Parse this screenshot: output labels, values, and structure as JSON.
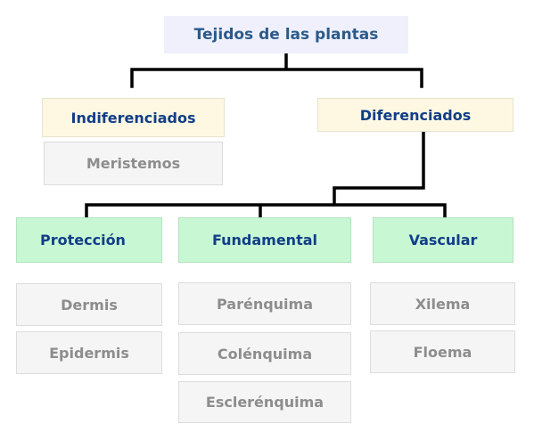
{
  "title": "Tejidos de las plantas",
  "branches": {
    "undifferentiated": {
      "label": "Indiferenciados",
      "children": [
        "Meristemos"
      ]
    },
    "differentiated": {
      "label": "Diferenciados",
      "groups": {
        "protection": {
          "label": "Protección",
          "children": [
            "Dermis",
            "Epidermis"
          ]
        },
        "fundamental": {
          "label": "Fundamental",
          "children": [
            "Parénquima",
            "Colénquima",
            "Esclerénquima"
          ]
        },
        "vascular": {
          "label": "Vascular",
          "children": [
            "Xilema",
            "Floema"
          ]
        }
      }
    }
  },
  "colors": {
    "root_bg": "#eff0fc",
    "level1_bg": "#fef8e2",
    "level2_bg": "#c8f7d4",
    "leaf_bg": "#f5f5f5",
    "connector": "#000000"
  }
}
